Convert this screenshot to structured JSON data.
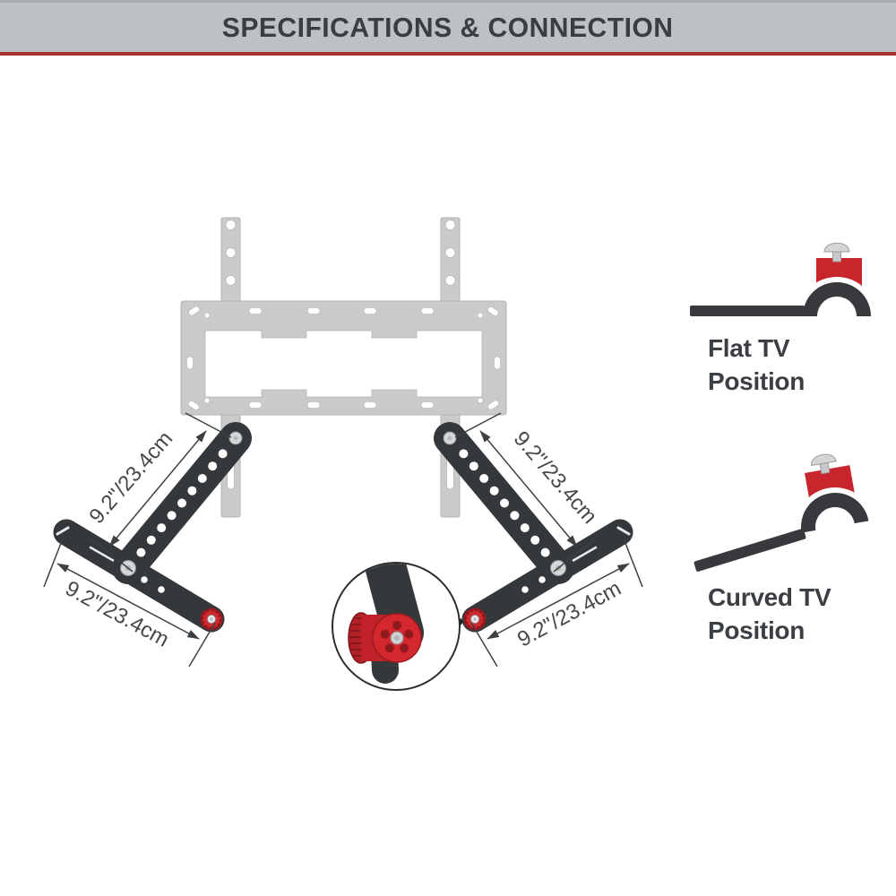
{
  "header": {
    "title": "SPECIFICATIONS & CONNECTION"
  },
  "diagram": {
    "dimension_label": "9.2\"/23.4cm",
    "parts": {
      "wall_plate": "tv-wall-mount-bracket",
      "arms": "soundbar-extension-arms",
      "callout": "adjustment-knob-detail"
    }
  },
  "legend": {
    "flat": {
      "line1": "Flat TV",
      "line2": "Position"
    },
    "curved": {
      "line1": "Curved TV",
      "line2": "Position"
    }
  },
  "colors": {
    "header_gray": "#bec1c3",
    "rule_red": "#a5322e",
    "ink": "#3a3e42",
    "plate_gray": "#c9cacb",
    "arm_dark": "#34383a",
    "accent_red": "#c9252d",
    "knob_red": "#d0282e",
    "dim_line": "#3d4144"
  }
}
